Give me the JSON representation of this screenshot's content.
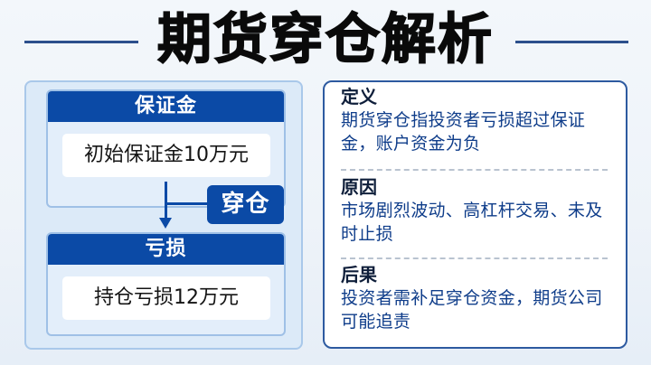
{
  "header": {
    "title": "期货穿仓解析"
  },
  "diagram": {
    "top_card": {
      "header": "保证金",
      "value": "初始保证金10万元"
    },
    "connector": {
      "badge_label": "穿仓"
    },
    "bottom_card": {
      "header": "亏损",
      "value": "持仓亏损12万元"
    }
  },
  "info_panel": {
    "sections": [
      {
        "title": "定义",
        "body": "期货穿仓指投资者亏损超过保证金，账户资金为负"
      },
      {
        "title": "原因",
        "body": "市场剧烈波动、高杠杆交易、未及时止损"
      },
      {
        "title": "后果",
        "body": "投资者需补足穿仓资金，期货公司可能追责"
      }
    ]
  },
  "colors": {
    "primary_blue": "#0b4aa6",
    "panel_bg": "#dceaf8",
    "panel_border": "#a9c8ea",
    "info_border": "#2d5aa0",
    "info_text": "#0f3d8a",
    "title_text": "#0a0a0a"
  }
}
